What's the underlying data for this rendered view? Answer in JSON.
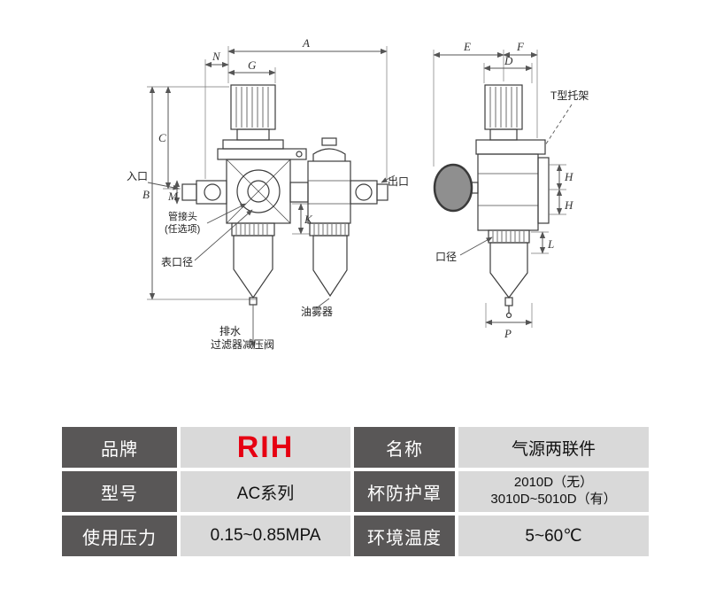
{
  "diagram": {
    "front_view": {
      "labels": {
        "inlet": "入口",
        "outlet": "出口",
        "pipe_fitting_line1": "管接头",
        "pipe_fitting_line2": "(任选项)",
        "gauge_port": "表口径",
        "drain": "排水",
        "unit_name": "过滤器减压阀",
        "lubricator": "油雾器"
      },
      "dims": {
        "A": "A",
        "N": "N",
        "G": "G",
        "B": "B",
        "C": "C",
        "M": "M",
        "K": "K"
      }
    },
    "side_view": {
      "labels": {
        "t_bracket": "T型托架",
        "port": "口径"
      },
      "dims": {
        "E": "E",
        "F": "F",
        "D": "D",
        "H": "H",
        "L": "L",
        "P": "P"
      }
    }
  },
  "table": {
    "header_bg": "#595757",
    "value_bg": "#d9d9d9",
    "brand_color": "#e60012",
    "rows": [
      {
        "label1": "品牌",
        "value1": "RIH",
        "label2": "名称",
        "value2": "气源两联件"
      },
      {
        "label1": "型号",
        "value1": "AC系列",
        "label2": "杯防护罩",
        "value2_line1": "2010D（无）",
        "value2_line2": "3010D~5010D（有）"
      },
      {
        "label1": "使用压力",
        "value1": "0.15~0.85MPA",
        "label2": "环境温度",
        "value2": "5~60℃"
      }
    ]
  }
}
